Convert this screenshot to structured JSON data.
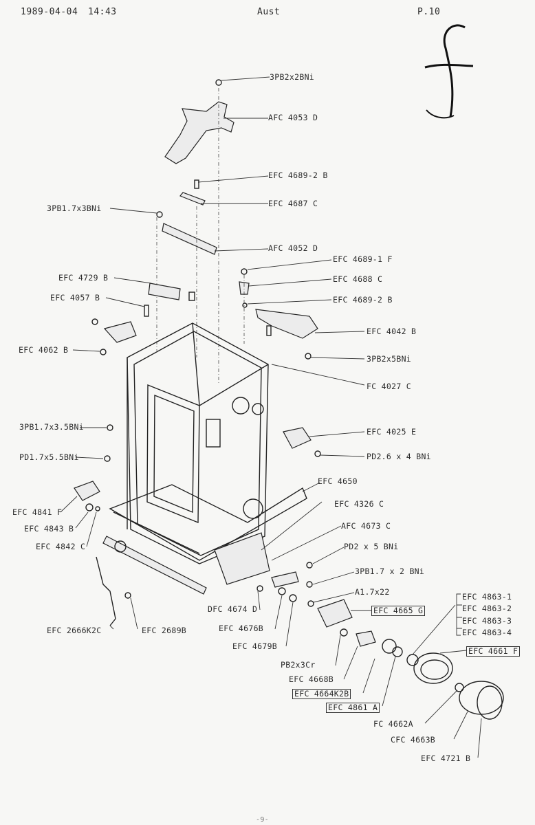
{
  "header": {
    "date": "1989-04-04",
    "time": "14:43",
    "title": "Aust",
    "page": "P.10"
  },
  "handwritten_mark": "f",
  "parts": {
    "p3PB2x2BNi": "3PB2x2BNi",
    "AFC4053D": "AFC 4053 D",
    "EFC4689_2B_top": "EFC 4689-2 B",
    "p3PB17x3BNi": "3PB1.7x3BNi",
    "EFC4687C": "EFC 4687 C",
    "AFC4052D": "AFC 4052 D",
    "EFC4689_1F": "EFC 4689-1 F",
    "EFC4729B": "EFC 4729 B",
    "EFC4688C": "EFC 4688 C",
    "EFC4057B": "EFC 4057 B",
    "EFC4689_2B": "EFC 4689-2 B",
    "EFC4042B": "EFC 4042 B",
    "EFC4062B": "EFC 4062 B",
    "p3PB2x5BNi": "3PB2x5BNi",
    "FC4027C": "FC 4027 C",
    "p3PB17x35BNi": "3PB1.7x3.5BNi",
    "EFC4025E": "EFC 4025 E",
    "PD17x55BNi": "PD1.7x5.5BNi",
    "PD26x4BNi": "PD2.6 x 4 BNi",
    "EFC4650": "EFC 4650",
    "EFC4326C": "EFC 4326 C",
    "EFC4841F": "EFC 4841 F",
    "AFC4673C": "AFC 4673 C",
    "EFC4843B": "EFC 4843 B",
    "EFC4842C": "EFC 4842 C",
    "PD2x5BNi": "PD2 x 5 BNi",
    "p3PB17x2BNi": "3PB1.7 x 2 BNi",
    "A17x22": "A1.7x22",
    "DFC4674D": "DFC 4674 D",
    "EFC4665G": "EFC 4665 G",
    "EFC4863_1": "EFC 4863-1",
    "EFC4863_2": "EFC 4863-2",
    "EFC4863_3": "EFC 4863-3",
    "EFC4863_4": "EFC 4863-4",
    "EFC2666K2C": "EFC 2666K2C",
    "EFC2689B": "EFC 2689B",
    "EFC4676B": "EFC 4676B",
    "EFC4679B": "EFC 4679B",
    "EFC4661F": "EFC 4661 F",
    "PB2x3Cr": "PB2x3Cr",
    "EFC4668B": "EFC 4668B",
    "EFC4664K2B": "EFC 4664K2B",
    "EFC4861A": "EFC 4861 A",
    "FC4662A": "FC 4662A",
    "CFC4663B": "CFC 4663B",
    "EFC4721B": "EFC 4721 B"
  },
  "footer_mark": "-9-"
}
